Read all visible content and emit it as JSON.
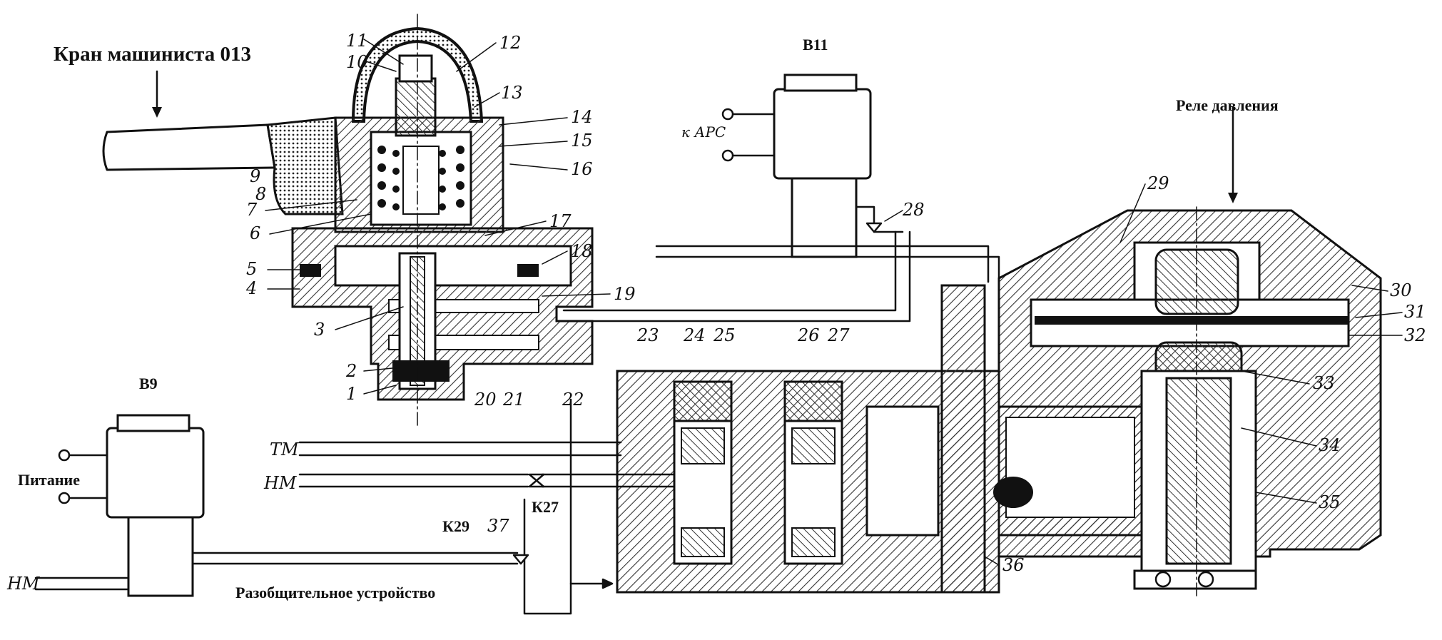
{
  "titles": {
    "driver_valve": "Кран машиниста 013",
    "pressure_relay": "Реле давления",
    "disconnect_device": "Разобщительное устройство",
    "power": "Питание",
    "to_ars": "к АРС"
  },
  "valves": {
    "v9": "В9",
    "v11": "В11",
    "k27": "К27",
    "k29": "К29"
  },
  "lines": {
    "tm": "ТМ",
    "nm": "НМ",
    "nm2": "НМ"
  },
  "part_numbers": [
    "1",
    "2",
    "3",
    "4",
    "5",
    "6",
    "7",
    "8",
    "9",
    "10",
    "11",
    "12",
    "13",
    "14",
    "15",
    "16",
    "17",
    "18",
    "19",
    "20",
    "21",
    "22",
    "23",
    "24",
    "25",
    "26",
    "27",
    "28",
    "29",
    "30",
    "31",
    "32",
    "33",
    "34",
    "35",
    "36",
    "37"
  ],
  "colors": {
    "ink": "#111111",
    "paper": "#ffffff",
    "hatch": "#333333"
  }
}
